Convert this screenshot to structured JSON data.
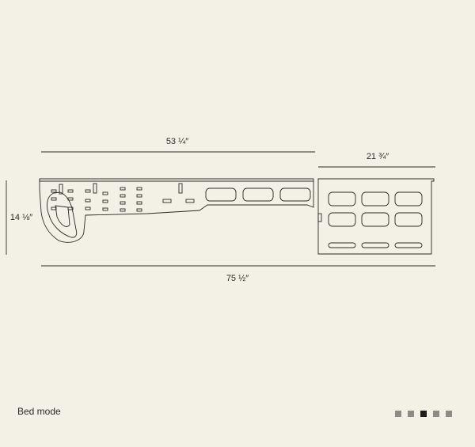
{
  "diagram": {
    "dimensions": {
      "top_left": "53 ¼″",
      "top_right": "21 ¾″",
      "height": "14 ⅛″",
      "bottom": "75 ½″"
    }
  },
  "caption": "Bed mode",
  "pager": {
    "count": 5,
    "active_index": 2
  }
}
